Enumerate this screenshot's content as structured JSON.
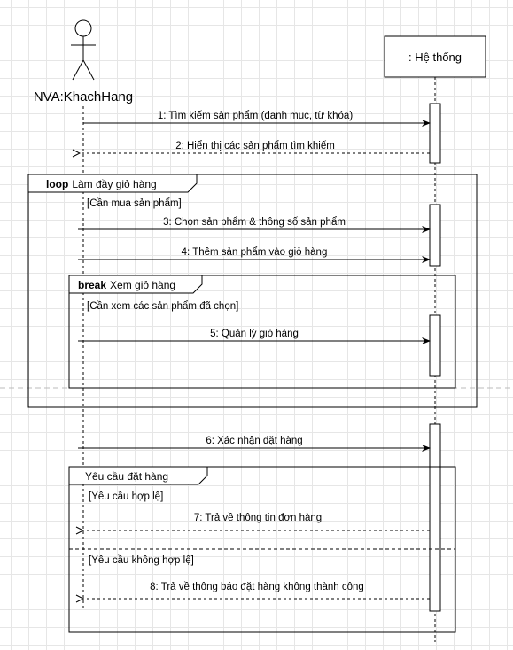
{
  "actor": {
    "label": "NVA:KhachHang"
  },
  "system": {
    "label": ": Hệ thống"
  },
  "fragments": {
    "loop": {
      "keyword": "loop",
      "title": "Làm đầy giỏ hàng",
      "guard": "[Cần mua sản phẩm]"
    },
    "break": {
      "keyword": "break",
      "title": "Xem giỏ hàng",
      "guard": "[Cần xem các sản phẩm đã chọn]"
    },
    "alt": {
      "title": "Yêu cầu đặt hàng",
      "guard_1": "[Yêu cầu hợp lệ]",
      "guard_2": "[Yêu cầu không hợp lệ]"
    }
  },
  "messages": [
    {
      "label": "1: Tìm kiếm sản phẩm (danh mục, từ khóa)",
      "kind": "call"
    },
    {
      "label": "2: Hiển thị các sản phẩm tìm khiếm",
      "kind": "return"
    },
    {
      "label": "3: Chọn sản phẩm & thông số sản phẩm",
      "kind": "call"
    },
    {
      "label": "4: Thêm sản phẩm vào giỏ hàng",
      "kind": "call"
    },
    {
      "label": "5: Quản lý giỏ hàng",
      "kind": "call"
    },
    {
      "label": "6: Xác nhận đặt hàng",
      "kind": "call"
    },
    {
      "label": "7: Trả về thông tin đơn hàng",
      "kind": "return"
    },
    {
      "label": "8: Trả về thông báo đặt hàng không thành công",
      "kind": "return"
    }
  ]
}
